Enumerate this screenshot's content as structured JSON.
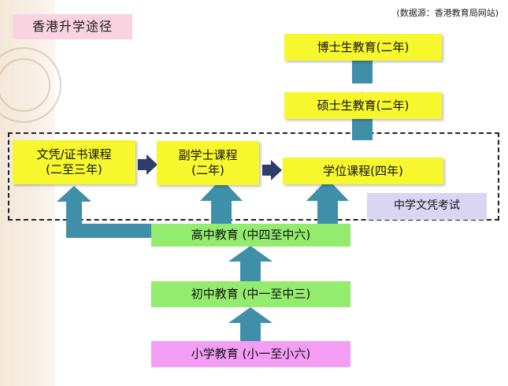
{
  "title": "香港升学途径",
  "source_note": "(数据源：香港教育局网站)",
  "boxes": {
    "doctorate": "博士生教育(二年)",
    "masters": "硕士生教育(二年)",
    "degree": "学位课程(四年)",
    "diploma": {
      "line1": "文凭/证书课程",
      "line2": "(二至三年)"
    },
    "associate": {
      "line1": "副学士课程",
      "line2": "(二年)"
    },
    "dse": "中学文凭考试",
    "senior_secondary": "高中教育 (中四至中六)",
    "junior_secondary": "初中教育 (中一至中三)",
    "primary": "小学教育 (小一至小六)"
  },
  "colors": {
    "yellow_box": "#f7f72e",
    "green_box": "#94ec6f",
    "pink_box": "#f39ef4",
    "lavender_box": "#d9d6f4",
    "arrow_teal": "#3f8fa8",
    "arrow_navy": "#2e3d6c",
    "title_pink": "#f9d3df"
  }
}
